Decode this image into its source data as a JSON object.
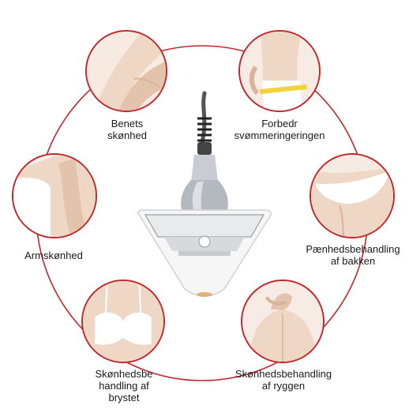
{
  "colors": {
    "ring": "#c0272d",
    "text": "#1a1a1a",
    "skin": "#eed7c5",
    "skin_shadow": "#d9b49a",
    "garment": "#ffffff",
    "device_body": "#f4f4f4",
    "device_chrome": "#b9bcc2"
  },
  "device": {
    "name_icon": "rf-cavitation-device-icon"
  },
  "treatments": [
    {
      "label": "Benets\nskønhed",
      "icon": "legs-photo-icon"
    },
    {
      "label": "Forbedr\nsvømmeringeringen",
      "icon": "waist-measure-photo-icon"
    },
    {
      "label": "Armskønhed",
      "icon": "arm-photo-icon"
    },
    {
      "label": "Pænhedsbehandling\naf bakken",
      "icon": "hips-photo-icon"
    },
    {
      "label": "Skønhedsbe\nhandling af\nbrystet",
      "icon": "chest-photo-icon"
    },
    {
      "label": "Skønhedsbehandling\naf ryggen",
      "icon": "back-photo-icon"
    }
  ]
}
